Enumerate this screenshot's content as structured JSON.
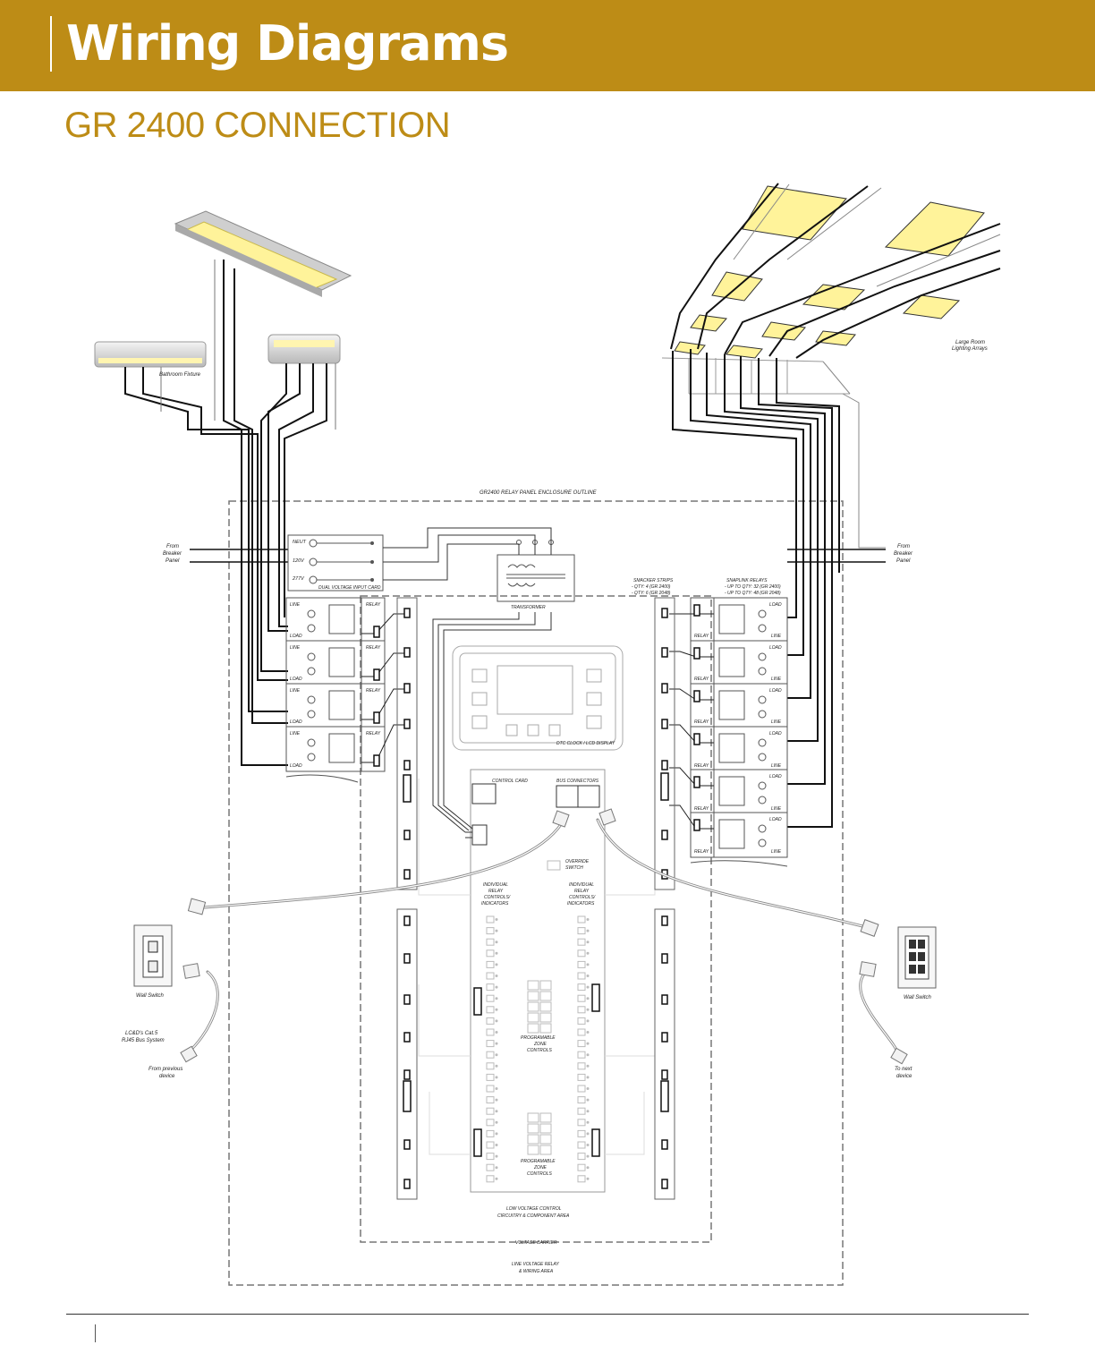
{
  "header": {
    "title": "Wiring Diagrams"
  },
  "subtitle": "GR 2400 CONNECTION",
  "colors": {
    "brand": "#bd8c16",
    "lamp": "#fff39a"
  },
  "labels": {
    "bathroom_fixture": "Bathroom Fixture",
    "large_room": [
      "Large Room",
      "Lighting Arrays"
    ],
    "enclosure": "GR2400 RELAY PANEL ENCLOSURE OUTLINE",
    "from_breaker_left": [
      "From",
      "Breaker",
      "Panel"
    ],
    "from_breaker_right": [
      "From",
      "Breaker",
      "Panel"
    ],
    "neut": "NEUT",
    "v120": "120V",
    "v277": "277V",
    "dual_voltage": "DUAL VOLTAGE INPUT CARD",
    "transformer": "TRANSFORMER",
    "smacker": [
      "SMACKER STRIPS",
      "- QTY: 4 (GR 2400)",
      "- QTY: 6 (GR 2048)"
    ],
    "snaplink": [
      "SNAPLINK RELAYS",
      "- UP TO QTY: 32 (GR 2400)",
      "- UP TO QTY: 48 (GR 2048)"
    ],
    "line": "LINE",
    "load": "LOAD",
    "relay": "RELAY",
    "dtc": "DTC CLOCK / LCD DISPLAY",
    "control_card": "CONTROL CARD",
    "bus_connectors": "BUS CONNECTORS",
    "override": [
      "OVERRIDE",
      "SWITCH"
    ],
    "individual_left": [
      "INDIVIDUAL",
      "RELAY",
      "CONTROLS/",
      "INDICATORS"
    ],
    "individual_right": [
      "INDIVIDUAL",
      "RELAY",
      "CONTROLS/",
      "INDICATORS"
    ],
    "programmable1": [
      "PROGRAMABLE",
      "ZONE",
      "CONTROLS"
    ],
    "programmable2": [
      "PROGRAMABLE",
      "ZONE",
      "CONTROLS"
    ],
    "low_voltage": [
      "LOW VOLTAGE CONTROL",
      "CIRCUITRY & COMPONENT AREA"
    ],
    "voltage_barrier": "VOLTAGE BARRIER",
    "line_voltage": [
      "LINE VOLTAGE RELAY",
      "& WIRING AREA"
    ],
    "wall_switch_left": "Wall Switch",
    "wall_switch_right": "Wall Switch",
    "bus_system": [
      "LC&D's Cat.5",
      "RJ45 Bus System"
    ],
    "from_previous": [
      "From previous",
      "device"
    ],
    "to_next": [
      "To next",
      "device"
    ]
  }
}
